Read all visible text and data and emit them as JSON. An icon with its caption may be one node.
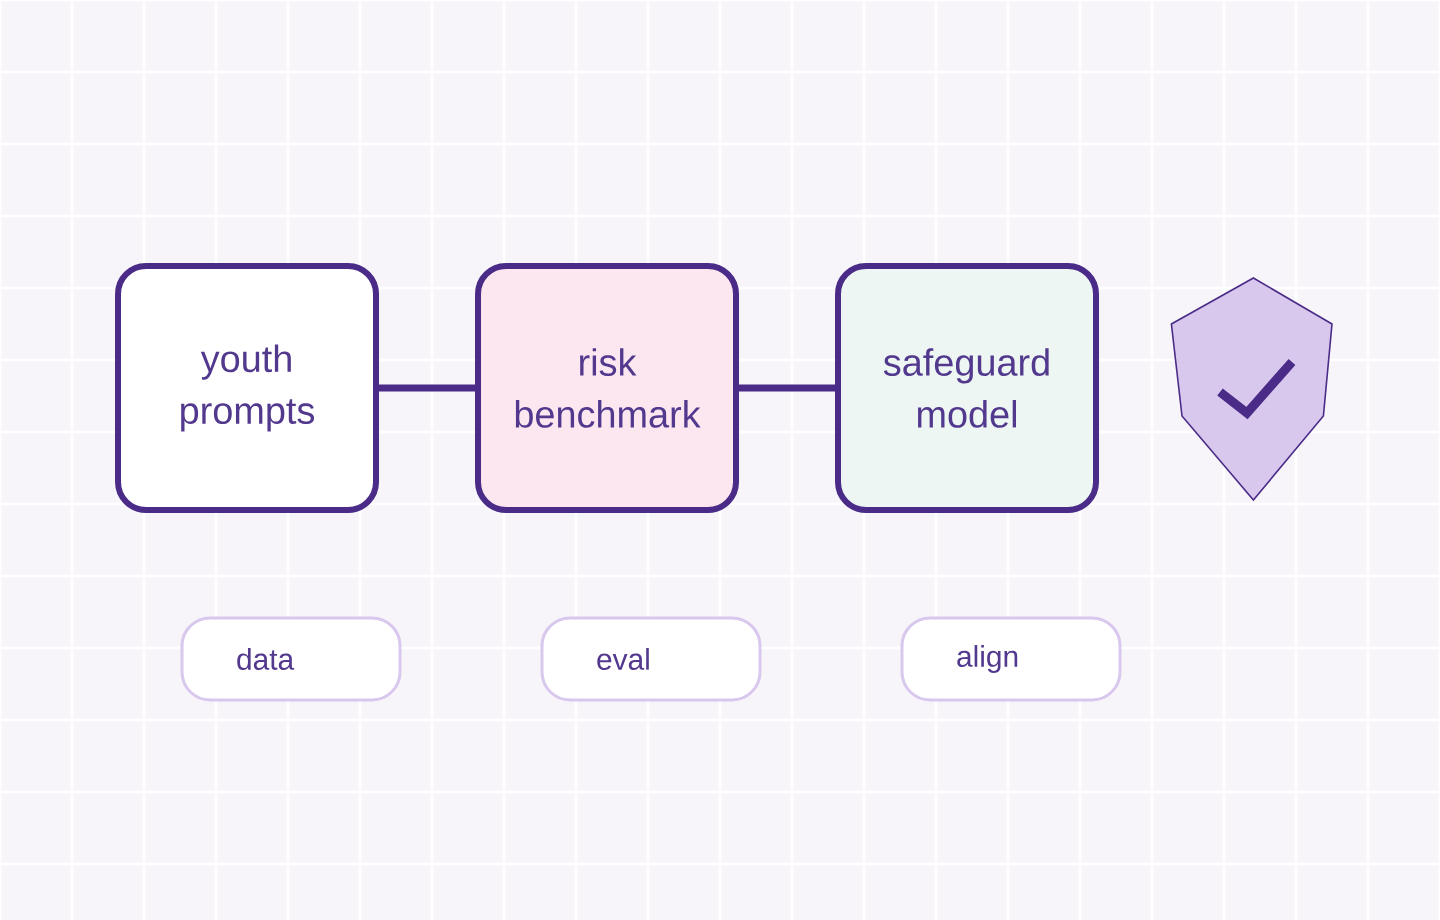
{
  "diagram": {
    "nodes": [
      {
        "text": [
          "youth prompts"
        ]
      },
      {
        "text": [
          "risk benchmark"
        ]
      },
      {
        "text": [
          "safeguard model"
        ]
      },
      {
        "text": [],
        "shape": "shield"
      },
      {
        "text": [
          "data"
        ]
      },
      {
        "text": [
          "eval"
        ]
      },
      {
        "text": [
          "align"
        ]
      }
    ],
    "edges": [
      {
        "from": 0,
        "to": 1,
        "arrow": "none"
      },
      {
        "from": 1,
        "to": 2,
        "arrow": "none"
      }
    ]
  }
}
